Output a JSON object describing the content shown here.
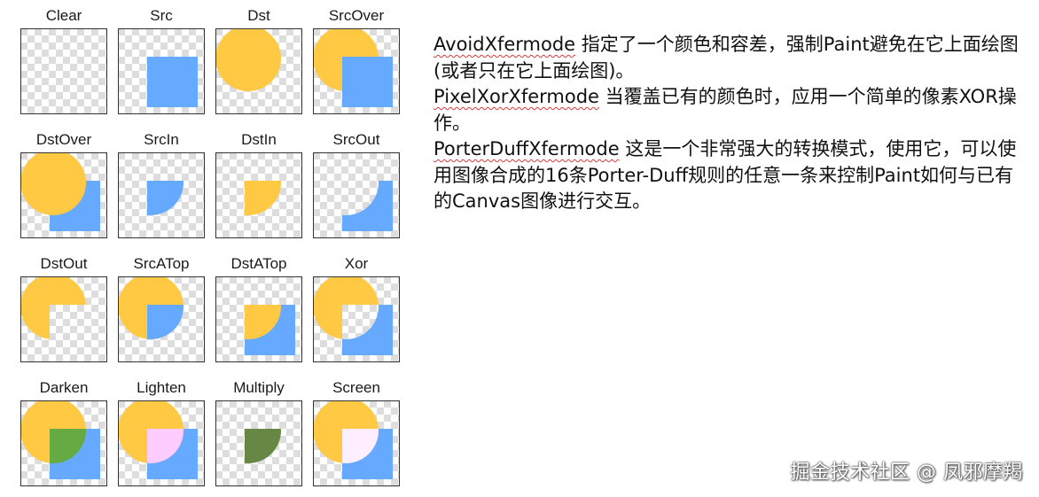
{
  "modes": [
    {
      "label": "Clear",
      "op": "clear"
    },
    {
      "label": "Src",
      "op": "src"
    },
    {
      "label": "Dst",
      "op": "dst"
    },
    {
      "label": "SrcOver",
      "op": "srcover"
    },
    {
      "label": "DstOver",
      "op": "dstover"
    },
    {
      "label": "SrcIn",
      "op": "srcin"
    },
    {
      "label": "DstIn",
      "op": "dstin"
    },
    {
      "label": "SrcOut",
      "op": "srcout"
    },
    {
      "label": "DstOut",
      "op": "dstout"
    },
    {
      "label": "SrcATop",
      "op": "srcatop"
    },
    {
      "label": "DstATop",
      "op": "dstatop"
    },
    {
      "label": "Xor",
      "op": "xor"
    },
    {
      "label": "Darken",
      "op": "darken"
    },
    {
      "label": "Lighten",
      "op": "lighten"
    },
    {
      "label": "Multiply",
      "op": "multiply"
    },
    {
      "label": "Screen",
      "op": "screen"
    }
  ],
  "colors": {
    "dst_circle": "#FFC944",
    "src_square": "#66AAFF",
    "darken_overlap": "#66AA44",
    "lighten_overlap": "#FFCCFF",
    "multiply_overlap": "#668844",
    "screen_overlap": "#FFEEFF",
    "checker_light": "#FFFFFF",
    "checker_dark": "#DDDDDD"
  },
  "description": {
    "p1_term": "AvoidXfermode",
    "p1_text": "  指定了一个颜色和容差，强制Paint避免在它上面绘图(或者只在它上面绘图)。",
    "p2_term": "PixelXorXfermode",
    "p2_text": "  当覆盖已有的颜色时，应用一个简单的像素XOR操作。",
    "p3_term": "PorterDuffXfermode",
    "p3_text": "  这是一个非常强大的转换模式，使用它，可以使用图像合成的16条Porter-Duff规则的任意一条来控制Paint如何与已有的Canvas图像进行交互。"
  },
  "watermark": "掘金技术社区 @ 凤邪摩羯"
}
